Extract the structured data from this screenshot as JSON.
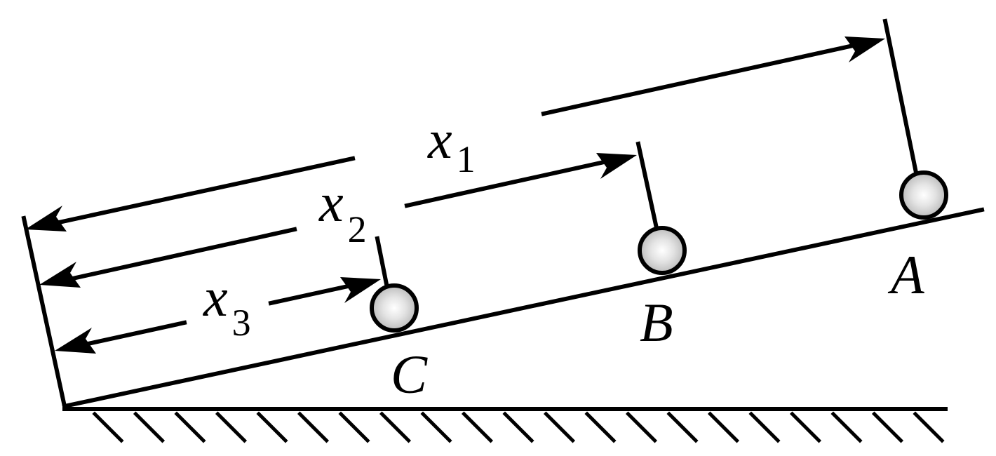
{
  "labels": {
    "x1": {
      "main": "x",
      "sub": "1"
    },
    "x2": {
      "main": "x",
      "sub": "2"
    },
    "x3": {
      "main": "x",
      "sub": "3"
    },
    "A": "A",
    "B": "B",
    "C": "C"
  },
  "colors": {
    "ink": "#000000",
    "ball_fill_light": "#ffffff",
    "ball_fill_dark": "#b8b8b8"
  }
}
